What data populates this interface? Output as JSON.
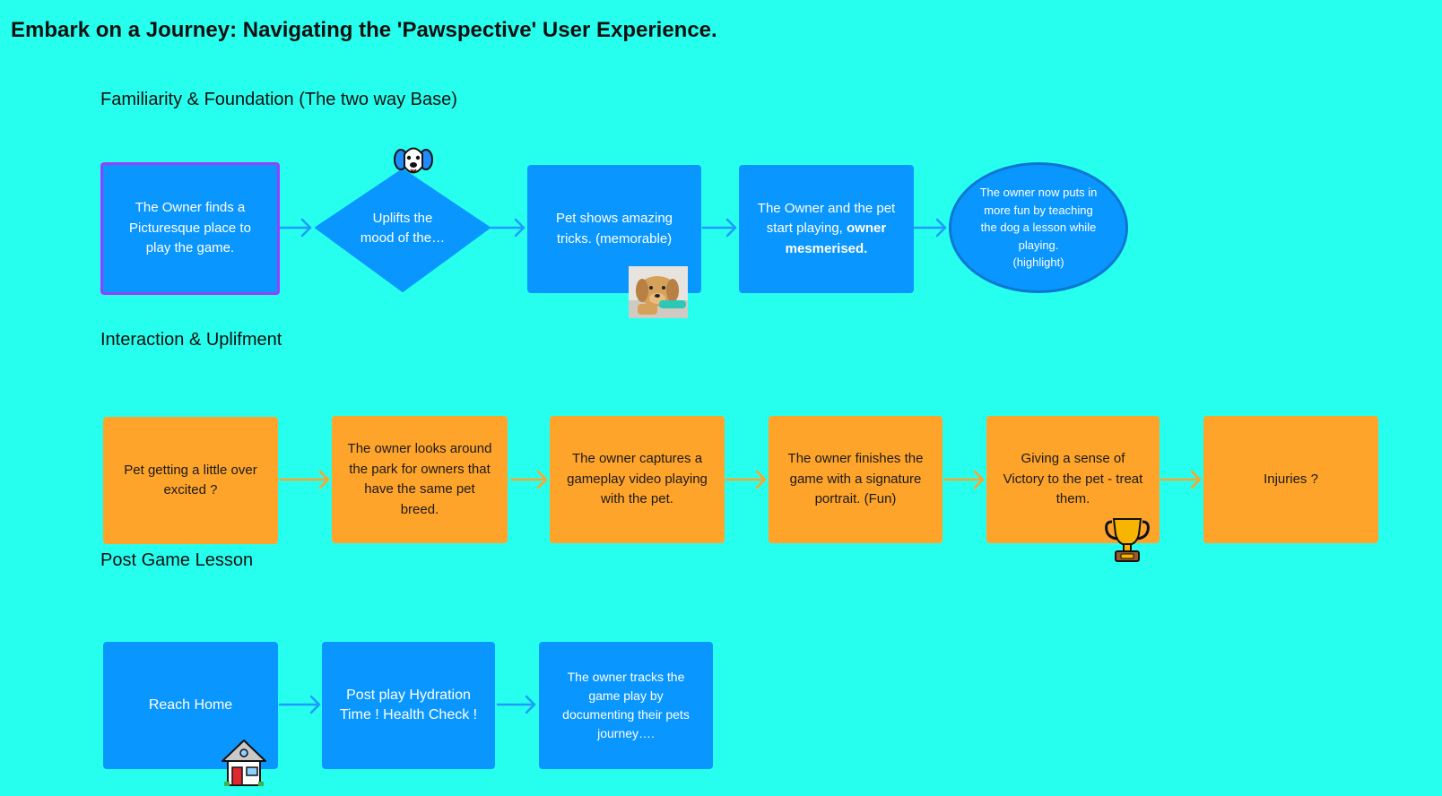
{
  "title": "Embark on a Journey: Navigating the 'Pawspective' User Experience.",
  "sections": {
    "s1": "Familiarity & Foundation (The two way Base)",
    "s2": "Interaction & Uplifment",
    "s3": "Post Game Lesson"
  },
  "row1": {
    "n1": "The Owner finds a Picturesque place to play the game.",
    "n2": "Uplifts the mood of the…",
    "n3": "Pet shows amazing tricks. (memorable)",
    "n4_plain": "The Owner and the pet start playing,",
    "n4_bold": "owner mesmerised.",
    "n5_line1": "The owner now puts in more fun by teaching the dog a lesson while playing.",
    "n5_line2": "(highlight)"
  },
  "row2": {
    "n1": "Pet getting a little over excited ?",
    "n2": "The owner looks around the park for  owners that have the same pet breed.",
    "n3": "The owner captures a gameplay video playing with the pet.",
    "n4": "The owner finishes the game with a signature portrait. (Fun)",
    "n5": "Giving a sense of Victory to the pet - treat them.",
    "n6": "Injuries ?"
  },
  "row3": {
    "n1": "Reach Home",
    "n2": "Post play Hydration Time ! Health Check !",
    "n3": "The owner tracks the game play by documenting their pets journey…."
  },
  "colors": {
    "background": "#27FFEE",
    "blue_node": "#0A96FF",
    "orange_node": "#FFA42A",
    "blue_arrow": "#1E9BFF",
    "orange_arrow": "#FFA42A",
    "selection": "#9B3DFF"
  },
  "icons": [
    "dog-face-icon",
    "puppy-photo",
    "trophy-icon",
    "house-icon"
  ]
}
